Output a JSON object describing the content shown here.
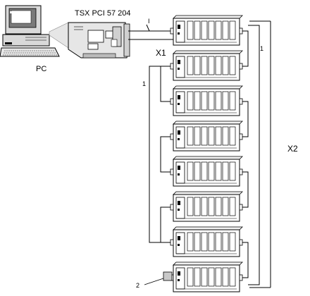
{
  "labels": {
    "pc": "PC",
    "card": "TSX PCI 57 204",
    "x1": "X1",
    "x2": "X2",
    "cable_top": "I",
    "daisy_right": "1",
    "daisy_left": "1",
    "terminator": "2"
  },
  "rack_count": 8,
  "colors": {
    "line": "#000000",
    "pc_body": "#d9d9d9",
    "screen": "#7a7a7a",
    "card_fill": "#e6e6e6",
    "terminator_fill": "#c8c8c8"
  }
}
